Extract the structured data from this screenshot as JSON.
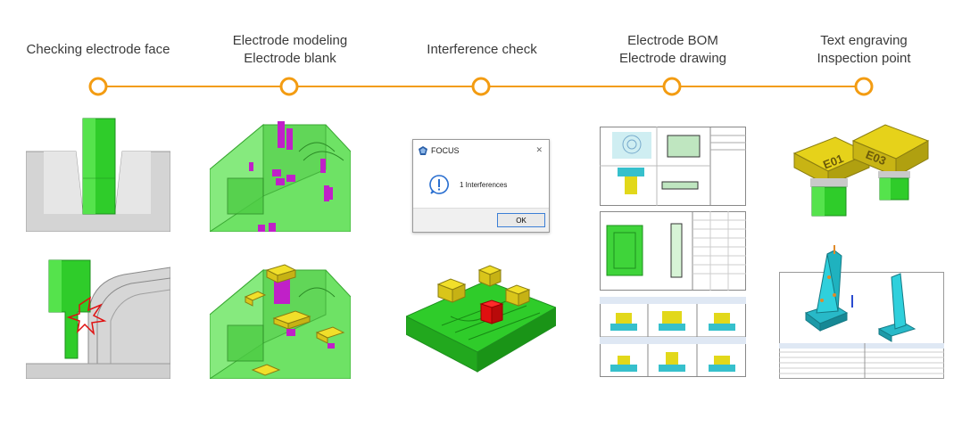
{
  "steps": [
    {
      "lines": [
        "Checking electrode face"
      ]
    },
    {
      "lines": [
        "Electrode modeling",
        "Electrode blank"
      ]
    },
    {
      "lines": [
        "Interference check"
      ]
    },
    {
      "lines": [
        "Electrode BOM",
        "Electrode drawing"
      ]
    },
    {
      "lines": [
        "Text engraving",
        "Inspection point"
      ]
    }
  ],
  "dialog": {
    "title": "FOCUS",
    "close_glyph": "✕",
    "message": "1 Interferences",
    "ok_label": "OK"
  },
  "engraving": {
    "left_label": "E01",
    "right_label": "E03"
  },
  "colors": {
    "timeline": "#f39c12",
    "electrode_green": "#32d62a",
    "blank_yellow": "#e6d21a",
    "magenta": "#c020c8",
    "interference_red": "#e01010"
  }
}
